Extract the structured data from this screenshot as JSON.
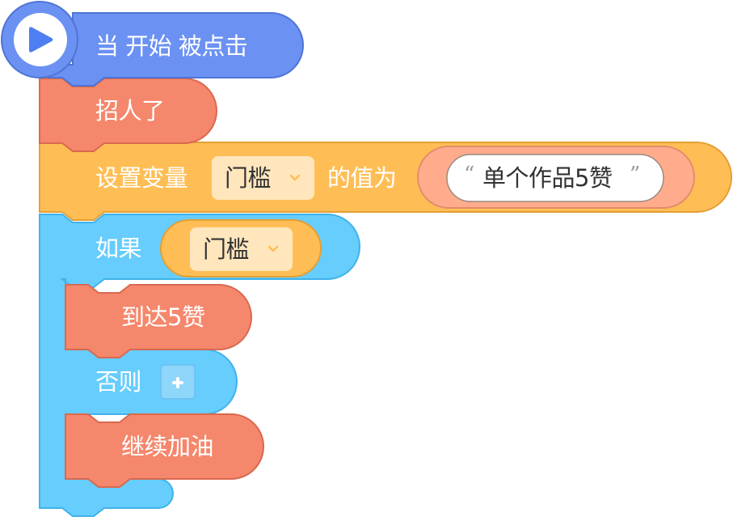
{
  "colors": {
    "event_block": "#6b91f3",
    "event_block_stroke": "#4f74d6",
    "function_block": "#f5876c",
    "function_block_stroke": "#d9694f",
    "variable_block": "#ffbe55",
    "variable_block_stroke": "#e39f34",
    "control_block": "#66cdfd",
    "control_block_stroke": "#3fb3ea",
    "dropdown_chip": "#ffe6bd",
    "string_shadow": "#ffab8c",
    "string_field": "#ffffff"
  },
  "icons": {
    "start_flag": "play-icon",
    "dropdown": "chevron-down-icon",
    "add": "plus-icon"
  },
  "blocks": {
    "event": {
      "label": "当 开始 被点击"
    },
    "recruit": {
      "label": "招人了"
    },
    "set_variable": {
      "prefix": "设置变量",
      "variable": "门槛",
      "middle": "的值为",
      "string_value": "单个作品5赞",
      "left_quote": "“",
      "right_quote": "”"
    },
    "if_block": {
      "label": "如果",
      "condition_variable": "门槛",
      "then_call": "到达5赞",
      "else_label": "否则",
      "else_call": "继续加油"
    }
  }
}
